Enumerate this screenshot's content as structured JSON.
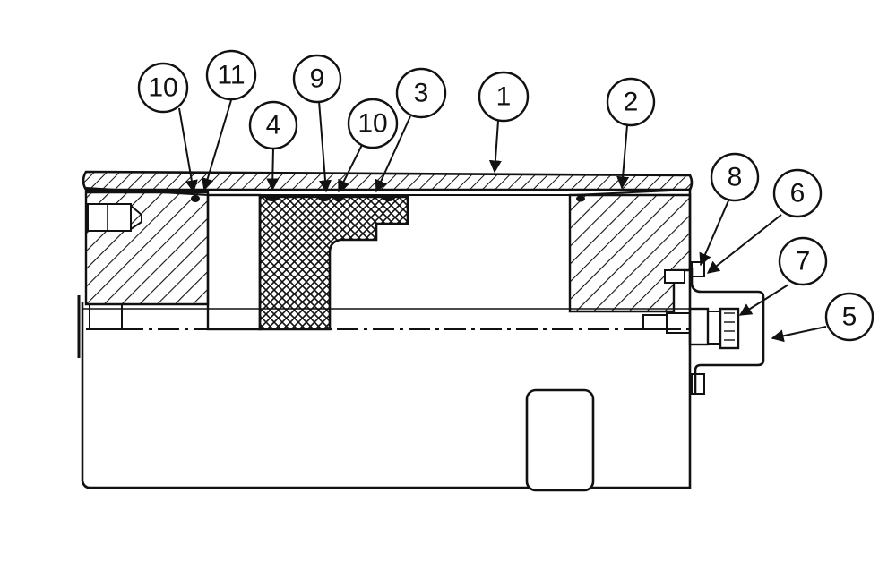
{
  "diagram": {
    "colors": {
      "ink": "#111111",
      "paper": "#ffffff"
    },
    "callouts": [
      {
        "id": "c10a",
        "label": "10"
      },
      {
        "id": "c11",
        "label": "11"
      },
      {
        "id": "c4",
        "label": "4"
      },
      {
        "id": "c9",
        "label": "9"
      },
      {
        "id": "c10b",
        "label": "10"
      },
      {
        "id": "c3",
        "label": "3"
      },
      {
        "id": "c1",
        "label": "1"
      },
      {
        "id": "c2",
        "label": "2"
      },
      {
        "id": "c8",
        "label": "8"
      },
      {
        "id": "c6",
        "label": "6"
      },
      {
        "id": "c7",
        "label": "7"
      },
      {
        "id": "c5",
        "label": "5"
      }
    ]
  }
}
